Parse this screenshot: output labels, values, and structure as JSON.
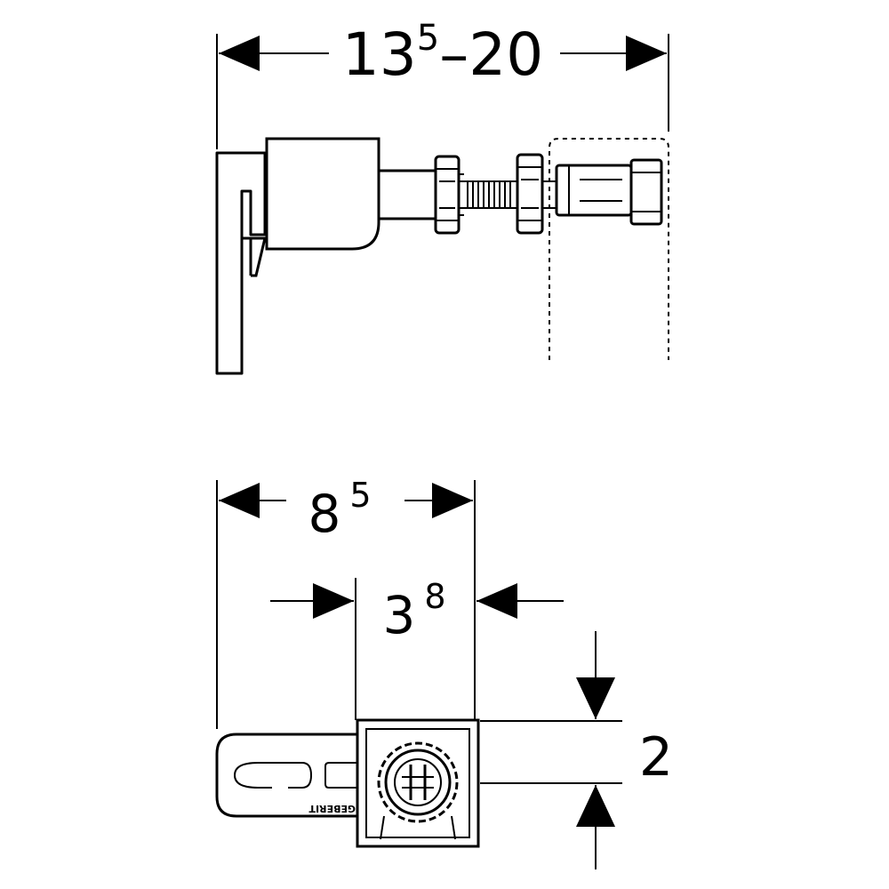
{
  "dimensions": {
    "overall_width": {
      "base": "13",
      "sup": "5",
      "rest": "–20"
    },
    "bracket_width": {
      "base": "8",
      "sup": "5"
    },
    "inner_width": {
      "base": "3",
      "sup": "8"
    },
    "thickness": {
      "base": "2"
    }
  },
  "logo": {
    "text": "GEBERIT"
  },
  "colors": {
    "line": "#000000",
    "background": "#ffffff"
  }
}
